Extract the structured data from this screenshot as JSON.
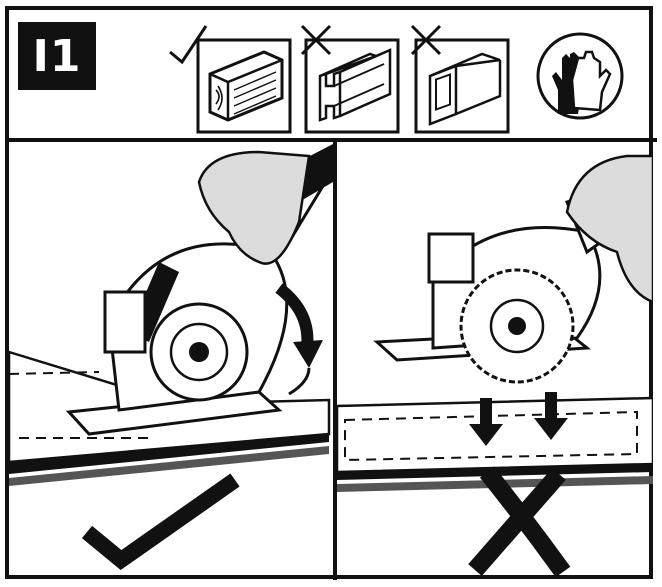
{
  "step": {
    "label": "I1"
  },
  "header_icons": [
    {
      "name": "solid-wood-icon",
      "status": "allowed"
    },
    {
      "name": "extrusion-profile-icon",
      "status": "not-allowed"
    },
    {
      "name": "hollow-profile-icon",
      "status": "not-allowed"
    },
    {
      "name": "gloves-icon",
      "status": "required"
    }
  ],
  "panels": [
    {
      "name": "correct-cut",
      "verdict": "correct",
      "description_icon": "checkmark-icon"
    },
    {
      "name": "incorrect-cut",
      "verdict": "incorrect",
      "description_icon": "x-mark-icon"
    }
  ],
  "colors": {
    "ink": "#111111",
    "paper": "#ffffff",
    "glove": "#dcdcdc"
  }
}
